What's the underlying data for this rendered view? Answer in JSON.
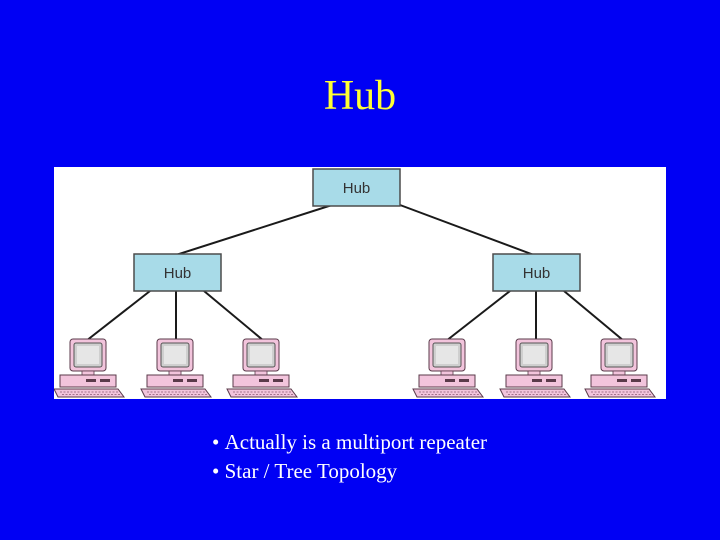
{
  "slide": {
    "title": "Hub"
  },
  "diagram": {
    "top_hub": {
      "label": "Hub"
    },
    "left_hub": {
      "label": "Hub"
    },
    "right_hub": {
      "label": "Hub"
    },
    "left_computers": 3,
    "right_computers": 3
  },
  "bullets": [
    "Actually is a multiport repeater",
    "Star / Tree Topology"
  ],
  "colors": {
    "background": "#0000f4",
    "title": "#ffff33",
    "bullet_text": "#ffffff",
    "hub_fill": "#a8dbe8",
    "monitor_frame": "#f2c4dc",
    "screen": "#cfcfcf"
  },
  "icons": [
    "desktop-computer-icon"
  ]
}
